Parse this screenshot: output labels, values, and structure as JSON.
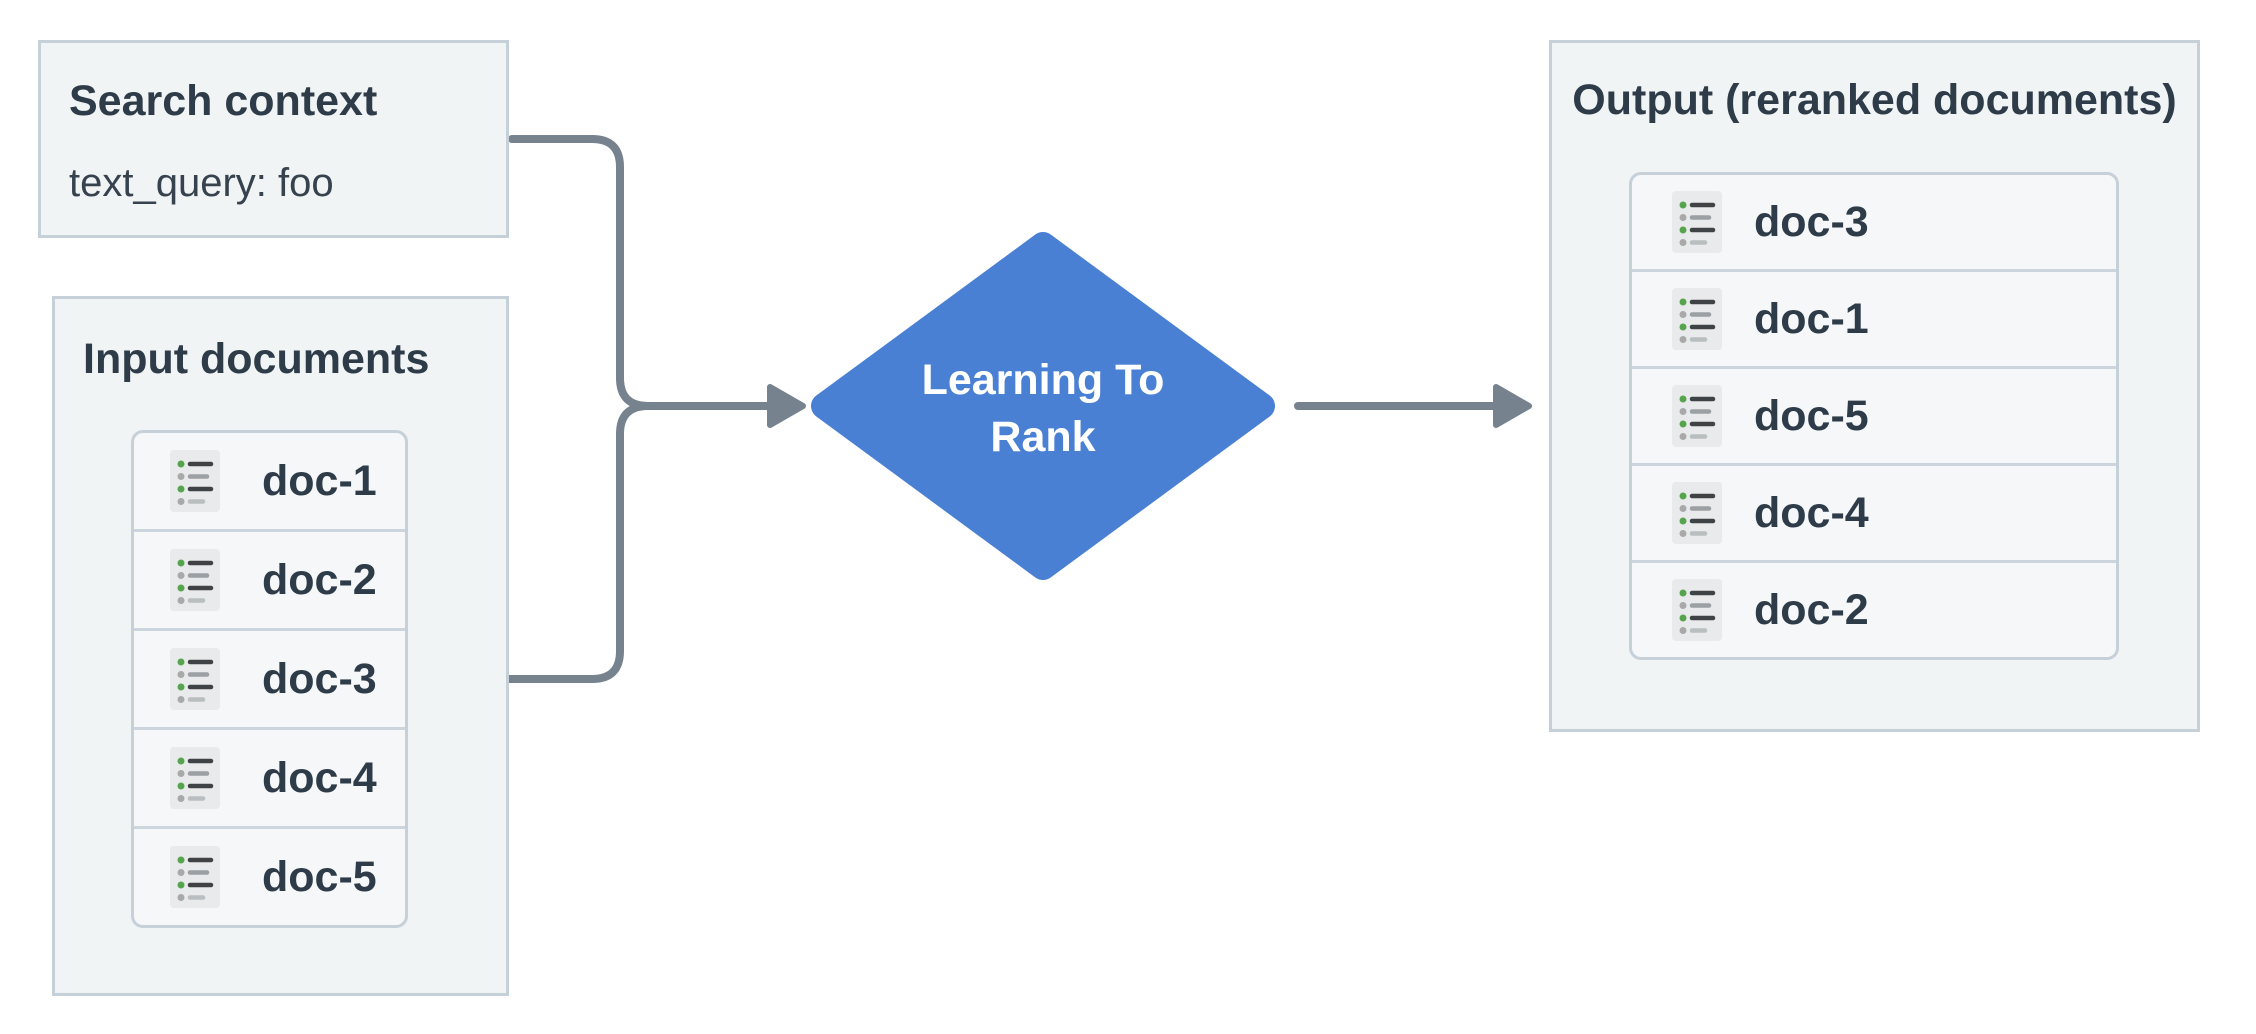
{
  "search_context": {
    "title": "Search context",
    "query": "text_query: foo"
  },
  "input_documents": {
    "title": "Input documents",
    "docs": [
      "doc-1",
      "doc-2",
      "doc-3",
      "doc-4",
      "doc-5"
    ]
  },
  "process": {
    "label_lines": [
      "Learning To",
      "Rank"
    ]
  },
  "output": {
    "title": "Output (reranked documents)",
    "docs": [
      "doc-3",
      "doc-1",
      "doc-5",
      "doc-4",
      "doc-2"
    ]
  },
  "icons": {
    "doc_icon": "document-list-icon"
  },
  "colors": {
    "background": "#ffffff",
    "box_bg": "#f1f4f5",
    "box_border": "#c6d0d9",
    "row_bg": "#f5f7f8",
    "separator": "#ccd5dd",
    "title_text": "#2e3b48",
    "body_text": "#36424e",
    "diamond_fill": "#4a80d4",
    "diamond_text": "#ffffff",
    "arrow": "#76828e",
    "icon_bg": "#e9eaeb",
    "icon_green": "#57a44e",
    "icon_gray_dot": "#a9a9a9",
    "icon_dark_line": "#3f4345",
    "icon_gray_line": "#9aa0a3",
    "icon_light_line": "#b9bec1"
  }
}
